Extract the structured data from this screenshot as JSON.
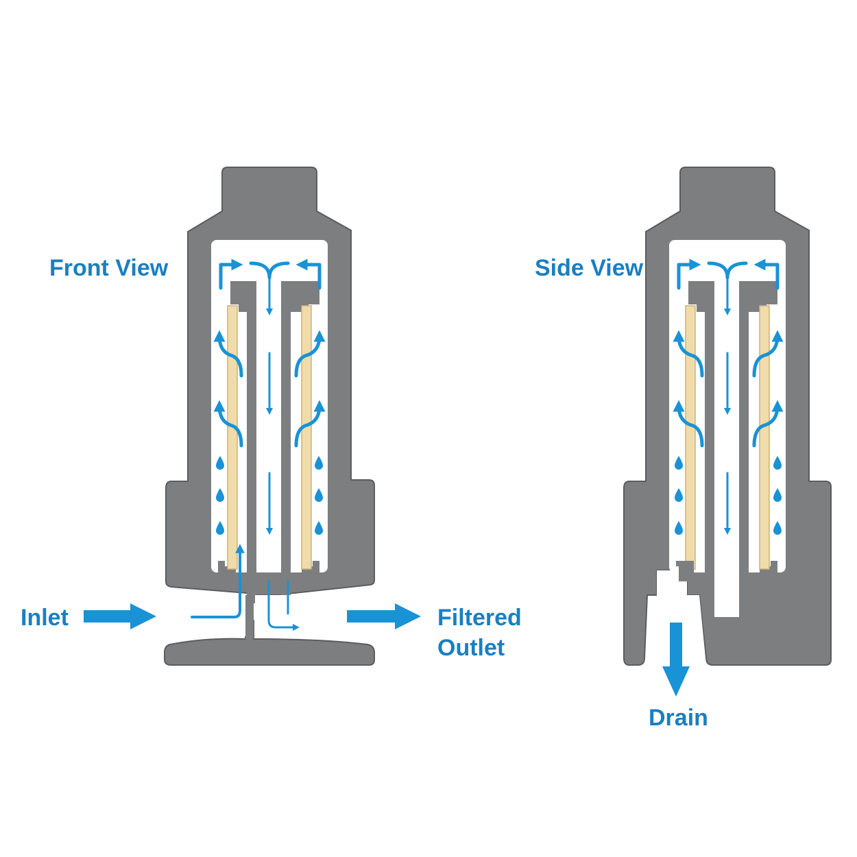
{
  "labels": {
    "front_view": "Front View",
    "side_view": "Side View",
    "inlet": "Inlet",
    "filtered_outlet_line1": "Filtered",
    "filtered_outlet_line2": "Outlet",
    "drain": "Drain"
  },
  "colors": {
    "housing": "#7c7e80",
    "housing_outline": "#5a5c5e",
    "cavity": "#ffffff",
    "filter_element": "#f0dcaa",
    "filter_element_edge": "#cdb07a",
    "flow": "#1a92d6",
    "text": "#1a7fc1"
  },
  "icons": {
    "flow_arrow": "flow-arrow-icon",
    "water_drop": "water-drop-icon"
  }
}
